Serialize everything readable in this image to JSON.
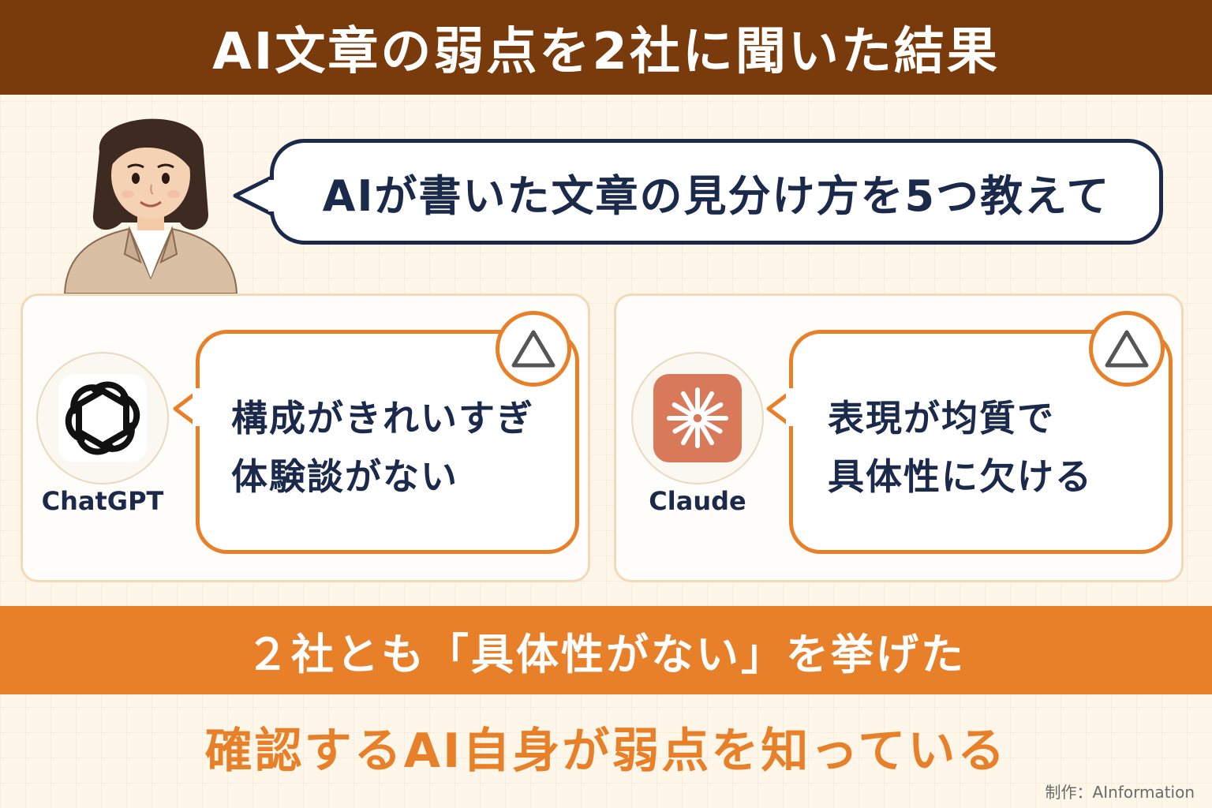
{
  "title": "AI文章の弱点を2社に聞いた結果",
  "question": "AIが書いた文章の見分け方を5つ教えて",
  "cards": [
    {
      "brand": "ChatGPT",
      "icon": "openai-logo-icon",
      "rating": "△",
      "answer_lines": [
        "構成がきれいすぎ",
        "体験談がない"
      ]
    },
    {
      "brand": "Claude",
      "icon": "claude-logo-icon",
      "rating": "△",
      "answer_lines": [
        "表現が均質で",
        "具体性に欠ける"
      ]
    }
  ],
  "summary": "２社とも「具体性がない」を挙げた",
  "conclusion": "確認するAI自身が弱点を知っている",
  "credit": "制作：AInformation",
  "colors": {
    "title_band": "#7a3b0c",
    "accent_orange": "#e8802a",
    "navy_text": "#1b2a4a",
    "claude_tile": "#d87a5a",
    "background": "#fdf6e9"
  }
}
